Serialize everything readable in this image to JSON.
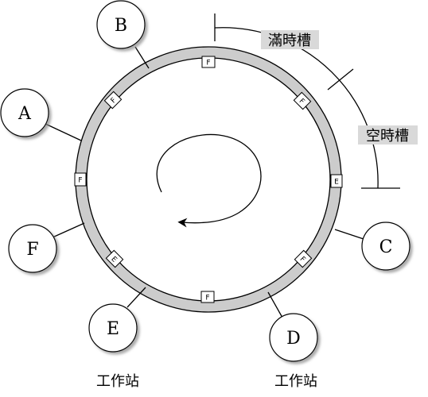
{
  "stations": [
    {
      "id": "A",
      "label": "A"
    },
    {
      "id": "B",
      "label": "B"
    },
    {
      "id": "C",
      "label": "C"
    },
    {
      "id": "D",
      "label": "D"
    },
    {
      "id": "E",
      "label": "E"
    },
    {
      "id": "F",
      "label": "F"
    }
  ],
  "slots": [
    "F",
    "F",
    "E",
    "F",
    "F",
    "E",
    "F",
    "F"
  ],
  "labels": {
    "full_slot": "滿時槽",
    "empty_slot": "空時槽",
    "workstation_left": "工作站",
    "workstation_right": "工作站"
  },
  "colors": {
    "ring": "#cccccc",
    "label_bg": "#d9d9d9"
  }
}
